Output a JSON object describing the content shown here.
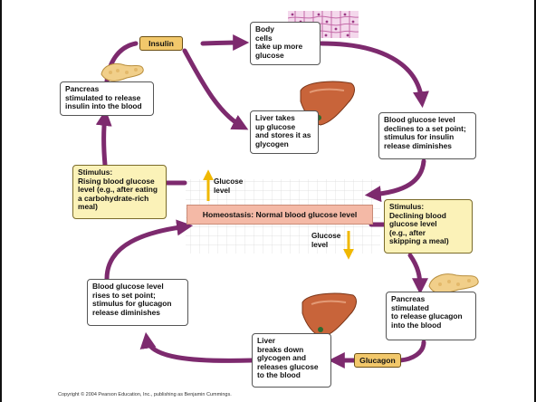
{
  "colors": {
    "arrow": "#7d2a6e",
    "band": "#f4b9a6",
    "stimulus_box": "#fbf2b8",
    "hormone_tag": "#f2c86b",
    "glucose_arrow": "#f0b800",
    "organ": "#c8643a",
    "pancreas": "#f1cf8a"
  },
  "icons": {
    "body_cells": "cell-tissue-illustration",
    "liver": "liver-illustration",
    "pancreas": "pancreas-illustration"
  },
  "homeostasis": "Homeostasis: Normal blood glucose level",
  "glucose_up": {
    "line1": "Glucose",
    "line2": "level"
  },
  "glucose_down": {
    "line1": "Glucose",
    "line2": "level"
  },
  "insulin_tag": "Insulin",
  "glucagon_tag": "Glucagon",
  "boxes": {
    "body_cells": [
      "Body",
      "cells",
      "take up more",
      "glucose"
    ],
    "pancreas_insulin": [
      "Pancreas",
      "stimulated to release",
      "insulin into the blood"
    ],
    "liver_stores": [
      "Liver takes",
      "up glucose",
      "and stores it as",
      "glycogen"
    ],
    "declines": [
      "Blood glucose level",
      "declines to a set point;",
      "stimulus for insulin",
      "release diminishes"
    ],
    "rising_stimulus": {
      "title": "Stimulus:",
      "lines": [
        "Rising blood glucose",
        "level (e.g., after eating",
        "a carbohydrate-rich",
        "meal)"
      ]
    },
    "declining_stimulus": {
      "title": "Stimulus:",
      "lines": [
        "Declining blood",
        "glucose level",
        "(e.g., after",
        "skipping a meal)"
      ]
    },
    "rises": [
      "Blood glucose level",
      "rises to set point;",
      "stimulus for glucagon",
      "release diminishes"
    ],
    "pancreas_glucagon": [
      "Pancreas",
      "stimulated",
      "to release glucagon",
      "into the blood"
    ],
    "liver_breaks": [
      "Liver",
      "breaks down",
      "glycogen and",
      "releases glucose",
      "to the blood"
    ]
  },
  "copyright": "Copyright © 2004 Pearson Education, Inc., publishing as Benjamin Cummings."
}
